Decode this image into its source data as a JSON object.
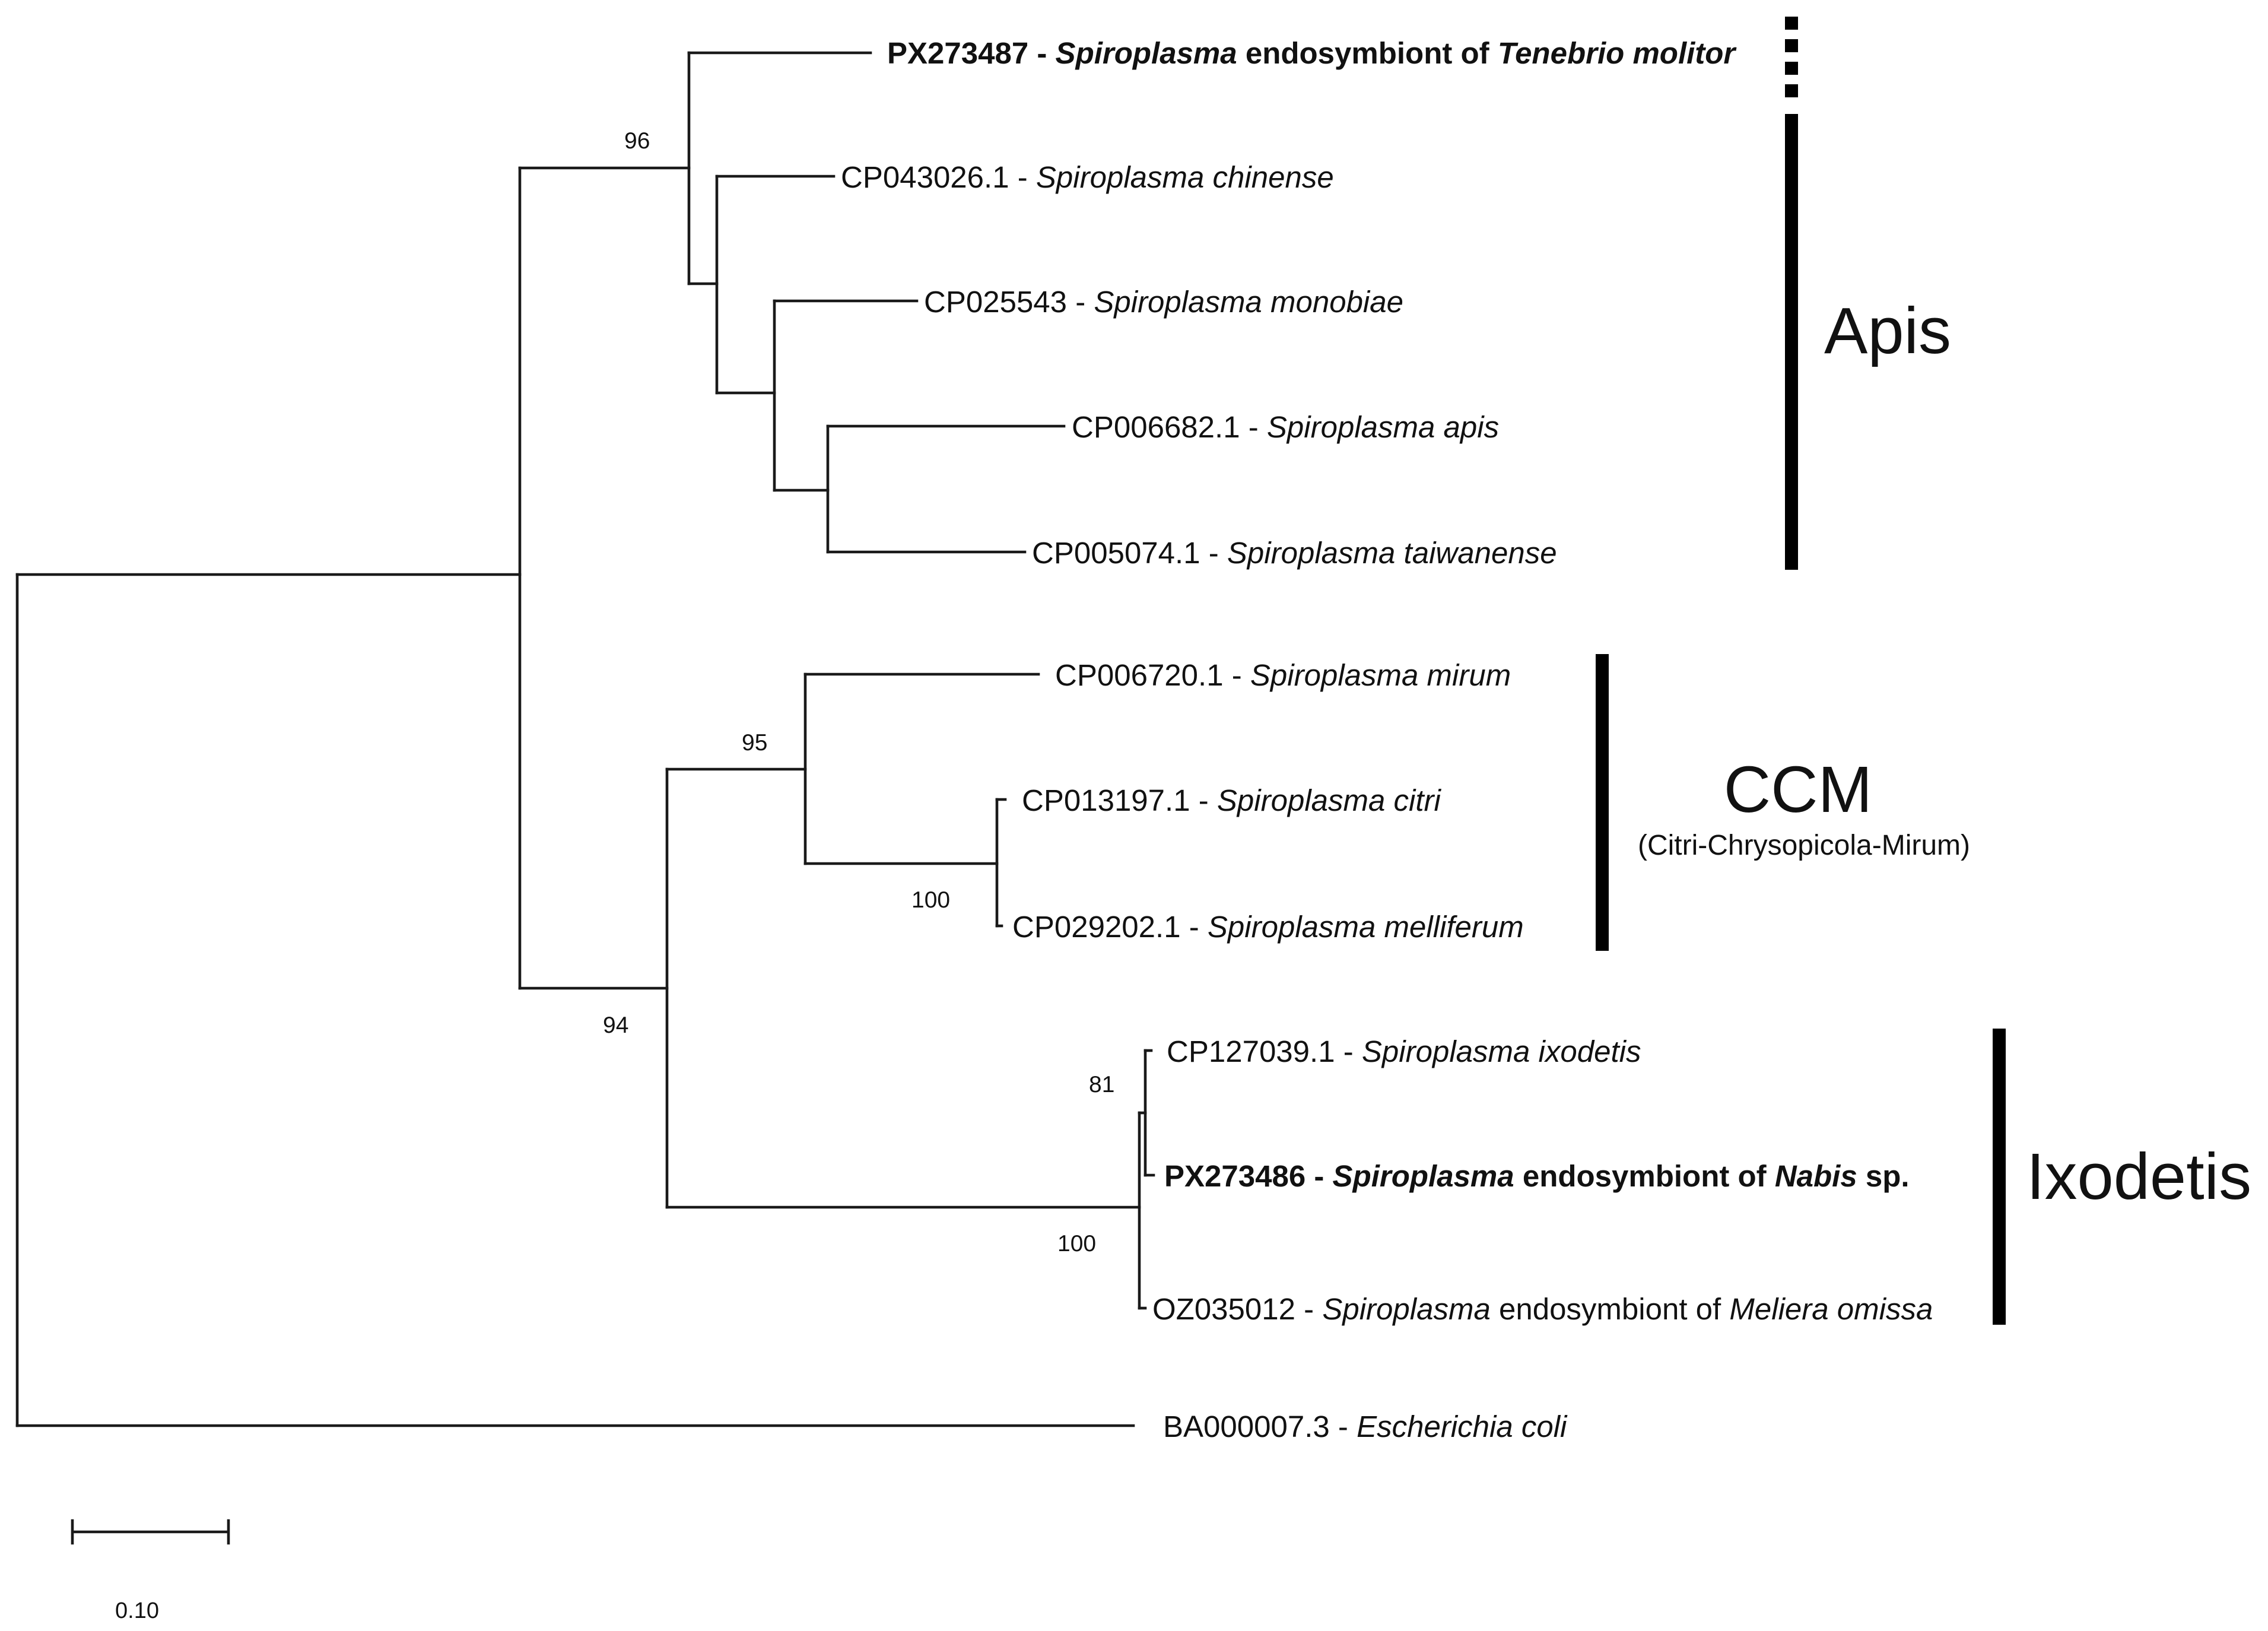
{
  "tips": {
    "px273487": {
      "accession": "PX273487",
      "sep": " - ",
      "genus": "Spiroplasma",
      "mid": " endosymbiont of ",
      "host": "Tenebrio molitor"
    },
    "cp043026": {
      "accession": "CP043026.1",
      "sep": " - ",
      "species": "Spiroplasma chinense"
    },
    "cp025543": {
      "accession": "CP025543",
      "sep": " - ",
      "species": "Spiroplasma monobiae"
    },
    "cp006682": {
      "accession": "CP006682.1",
      "sep": " - ",
      "species": "Spiroplasma apis"
    },
    "cp005074": {
      "accession": "CP005074.1",
      "sep": " - ",
      "species": "Spiroplasma taiwanense"
    },
    "cp006720": {
      "accession": "CP006720.1",
      "sep": " - ",
      "species": "Spiroplasma mirum"
    },
    "cp013197": {
      "accession": "CP013197.1",
      "sep": " - ",
      "species": "Spiroplasma citri"
    },
    "cp029202": {
      "accession": "CP029202.1",
      "sep": " - ",
      "species": "Spiroplasma melliferum"
    },
    "cp127039": {
      "accession": "CP127039.1",
      "sep": " - ",
      "species": "Spiroplasma ixodetis"
    },
    "px273486": {
      "accession": "PX273486",
      "sep": " - ",
      "genus": "Spiroplasma",
      "mid": " endosymbiont of ",
      "host": "Nabis",
      "suffix": " sp."
    },
    "oz035012": {
      "accession": "OZ035012",
      "sep": " - ",
      "genus": "Spiroplasma",
      "mid": " endosymbiont of ",
      "host": "Meliera omissa"
    },
    "ba000007": {
      "accession": "BA000007.3",
      "sep": " - ",
      "species": "Escherichia coli"
    }
  },
  "support_values": {
    "tenebrio_apis": "96",
    "ccm": "95",
    "citri_melliferum": "100",
    "ccm_ixodetis": "94",
    "ixodetis_nabis": "81",
    "ixodetis": "100"
  },
  "clades": {
    "apis": {
      "name": "Apis"
    },
    "ccm": {
      "name": "CCM",
      "subtitle": "(Citri-Chrysopicola-Mirum)"
    },
    "ixodetis": {
      "name": "Ixodetis"
    }
  },
  "scale_bar": {
    "label": "0.10"
  },
  "colors": {
    "branch": "#1a1a1a",
    "clade_bar": "#000000",
    "text": "#111111"
  }
}
